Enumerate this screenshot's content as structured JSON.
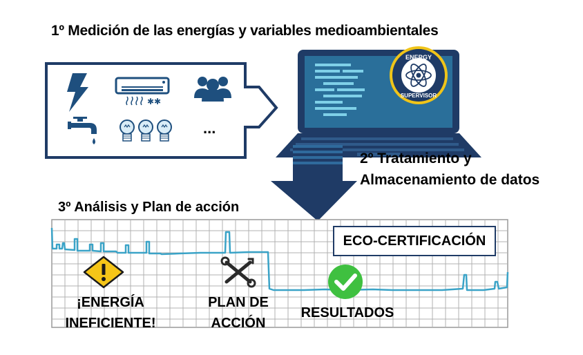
{
  "steps": {
    "measurement": "1º Medición de las energías y variables medioambientales",
    "processing_line1": "2º Tratamiento y",
    "processing_line2": "Almacenamiento de datos",
    "analysis": "3º Análisis y Plan de acción"
  },
  "sources": {
    "icons": [
      "lightning-icon",
      "air-conditioner-icon",
      "people-icon",
      "water-tap-icon",
      "light-bulbs-icon"
    ],
    "more": "..."
  },
  "laptop": {
    "logo_top": "ENERGY",
    "logo_bottom": "SUPERVISOR"
  },
  "chart": {
    "badge": "ECO-CERTIFICACIÓN",
    "warning_label_line1": "¡ENERGÍA",
    "warning_label_line2": "INEFICIENTE!",
    "plan_label_line1": "PLAN DE",
    "plan_label_line2": "ACCIÓN",
    "results_label": "RESULTADOS"
  },
  "colors": {
    "navy": "#1f3b66",
    "icon_blue": "#1e4f7e",
    "screen": "#2a6f9a",
    "signal": "#3aa3c7",
    "grid": "#a8a8a8",
    "warning": "#f5c518",
    "success": "#3fc040"
  }
}
